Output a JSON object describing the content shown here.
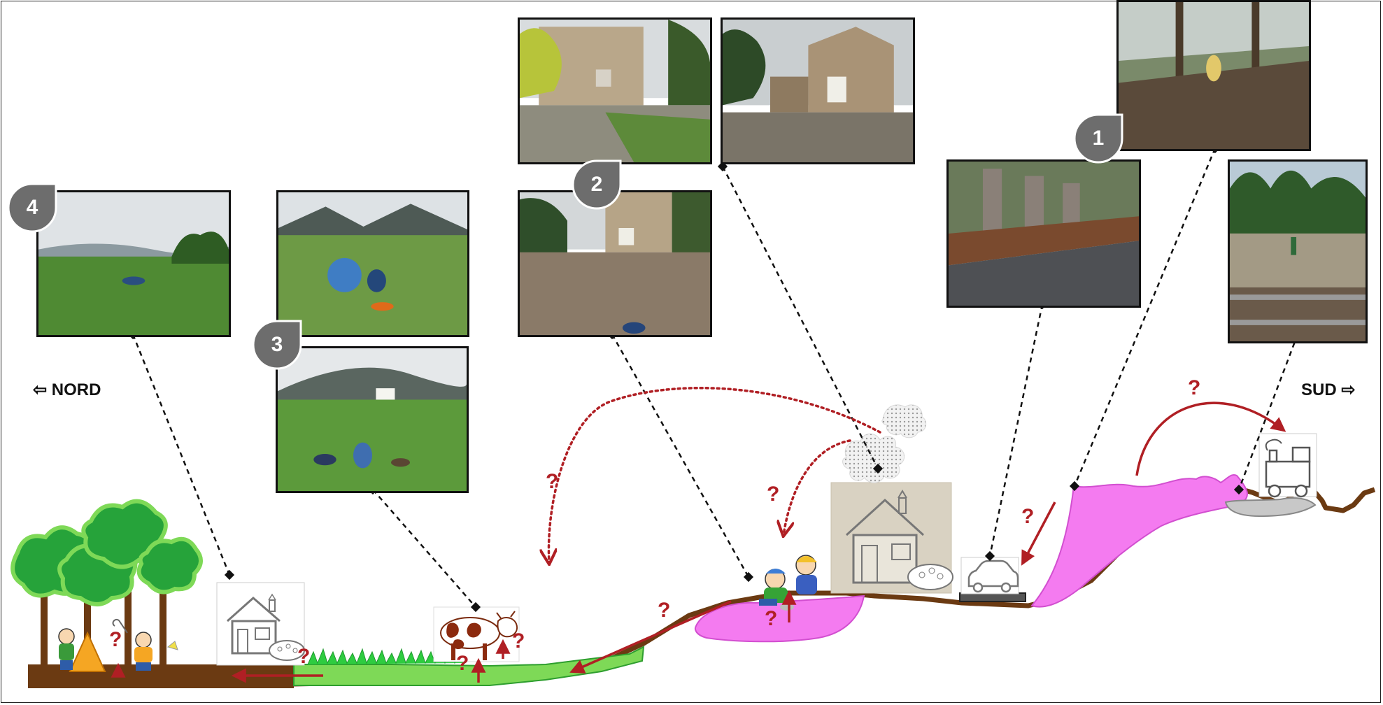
{
  "direction_north": "⇦ NORD",
  "direction_south": "SUD ⇨",
  "stations": {
    "s1": "1",
    "s2": "2",
    "s3": "3",
    "s4": "4"
  },
  "question_mark": "?",
  "colors": {
    "ground": "#6b3a12",
    "grass": "#7ed957",
    "grass_dark": "#2e9e2e",
    "deposit_pink": "#f47bf0",
    "arrow_red": "#b01f24",
    "badge_grey": "#6d6d6d",
    "leader_black": "#111111"
  }
}
